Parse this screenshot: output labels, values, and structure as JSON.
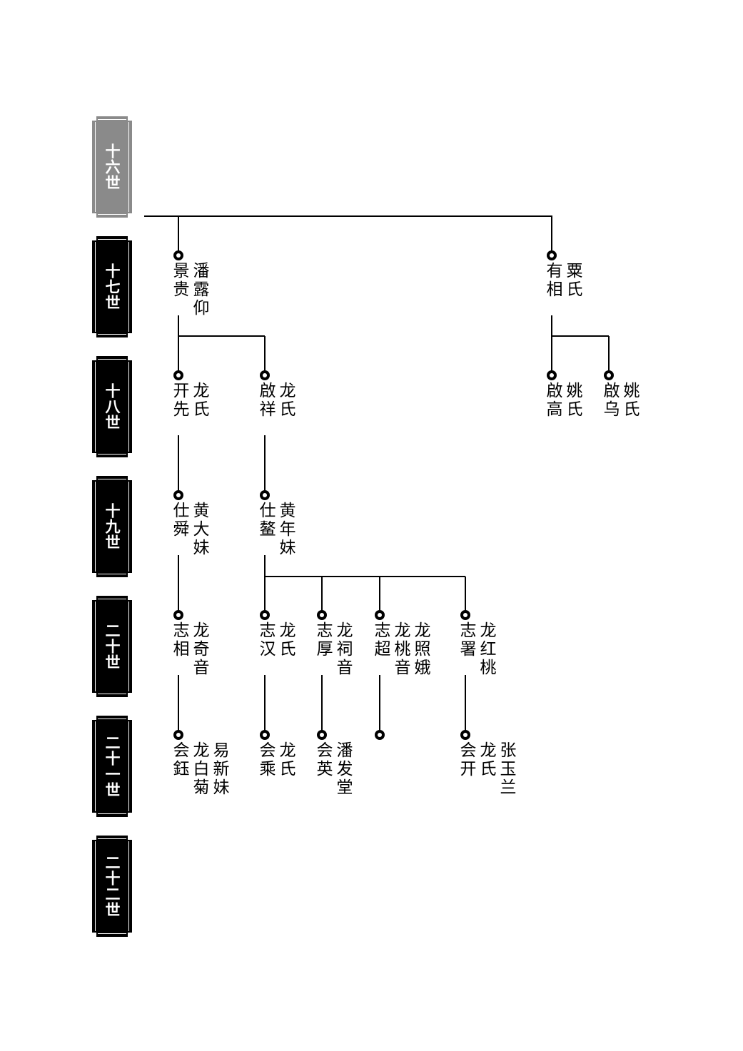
{
  "generations": [
    {
      "label": "十六世",
      "current": true
    },
    {
      "label": "十七世",
      "current": false
    },
    {
      "label": "十八世",
      "current": false
    },
    {
      "label": "十九世",
      "current": false
    },
    {
      "label": "二十世",
      "current": false
    },
    {
      "label": "二十一世",
      "current": false
    },
    {
      "label": "二十二世",
      "current": false
    }
  ],
  "members": {
    "jinggui": {
      "name": "景贵",
      "spouse": "潘露仰"
    },
    "youxiang": {
      "name": "有相",
      "spouse": "粟氏"
    },
    "kaixian": {
      "name": "开先",
      "spouse": "龙氏"
    },
    "qixiang": {
      "name": "啟祥",
      "spouse": "龙氏"
    },
    "qigao": {
      "name": "啟高",
      "spouse": "姚氏"
    },
    "qiwu": {
      "name": "啟乌",
      "spouse": "姚氏"
    },
    "shishun": {
      "name": "仕舜",
      "spouse": "黄大妹"
    },
    "shiao": {
      "name": "仕鳌",
      "spouse": "黄年妹"
    },
    "zhixiang": {
      "name": "志相",
      "spouse": "龙奇音"
    },
    "zhihan": {
      "name": "志汉",
      "spouse": "龙氏"
    },
    "zhihou": {
      "name": "志厚",
      "spouse": "龙祠音"
    },
    "zhichao": {
      "name": "志超",
      "spouse": "龙桃音",
      "spouse2": "龙照娥"
    },
    "zhishu": {
      "name": "志署",
      "spouse": "龙红桃"
    },
    "huiyu": {
      "name": "会鈺",
      "spouse": "龙白菊",
      "spouse2": "易新妹"
    },
    "huicheng": {
      "name": "会乘",
      "spouse": "龙氏"
    },
    "huiying": {
      "name": "会英",
      "spouse": "潘发堂"
    },
    "huikai": {
      "name": "会开",
      "spouse": "龙氏",
      "spouse2": "张玉兰"
    }
  }
}
